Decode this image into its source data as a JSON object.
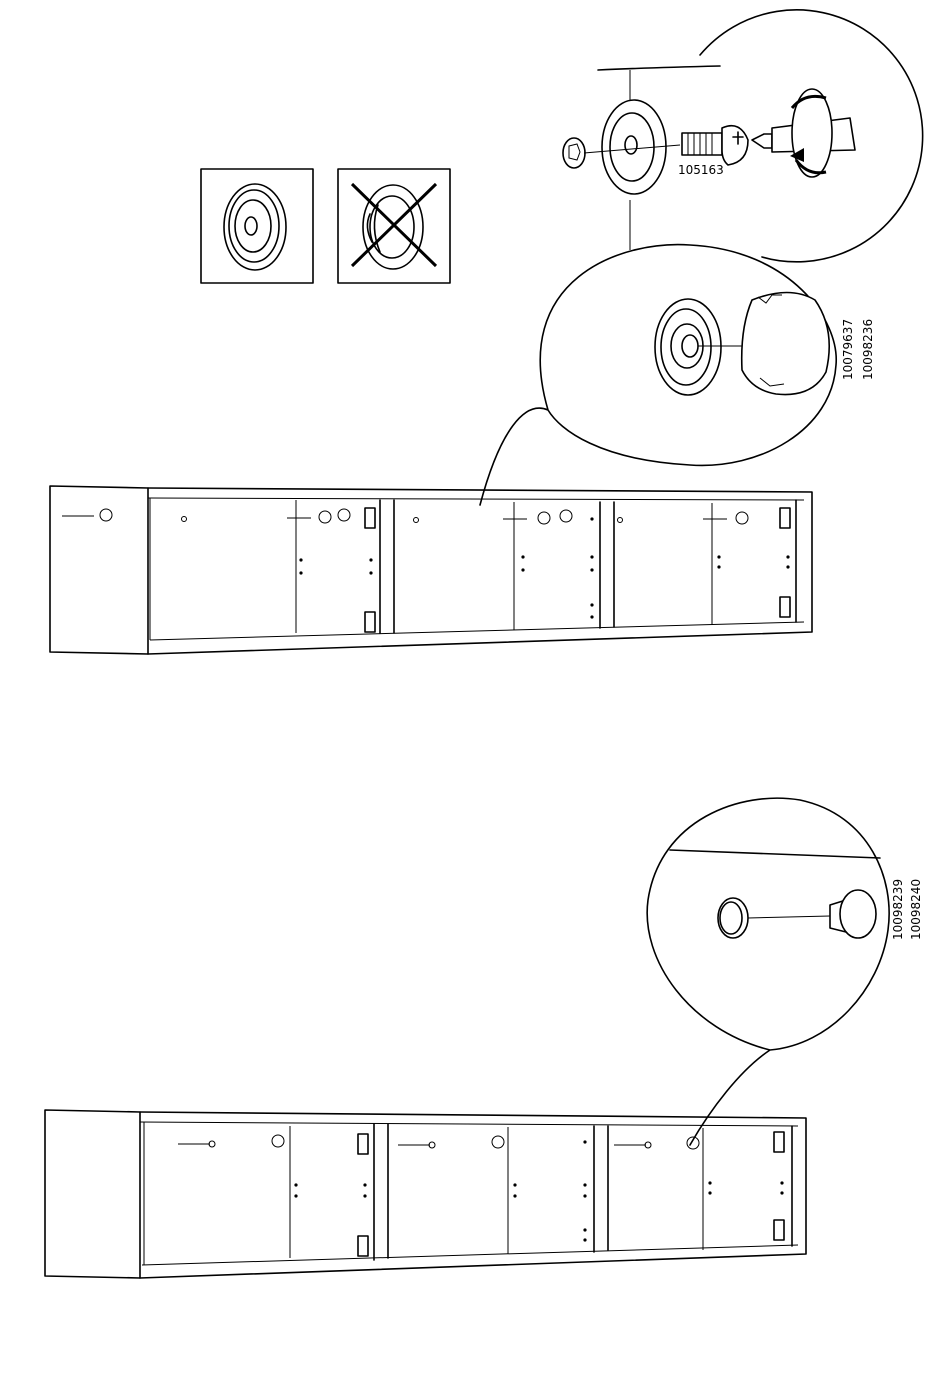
{
  "step1": {
    "screw_part": "105163",
    "cap_part_a": "10079637",
    "cap_part_b": "10098236"
  },
  "step2": {
    "knob_part_a": "10098239",
    "knob_part_b": "10098240"
  }
}
